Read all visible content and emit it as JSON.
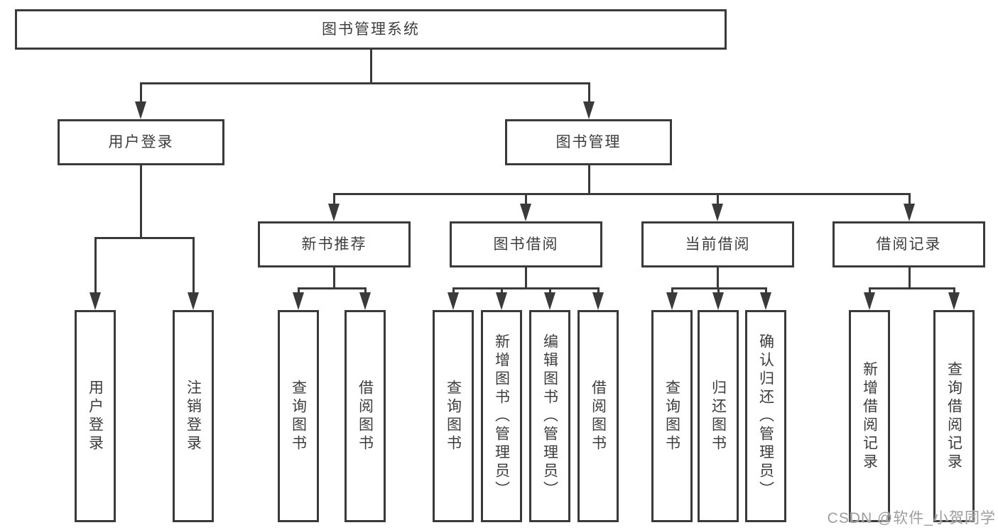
{
  "diagram": {
    "root": "图书管理系统",
    "branches": [
      {
        "label": "用户登录",
        "children": [
          "用户登录",
          "注销登录"
        ]
      },
      {
        "label": "图书管理",
        "sections": [
          {
            "label": "新书推荐",
            "children": [
              "查询图书",
              "借阅图书"
            ]
          },
          {
            "label": "图书借阅",
            "children": [
              "查询图书",
              "新增图书（管理员）",
              "编辑图书（管理员）",
              "借阅图书"
            ]
          },
          {
            "label": "当前借阅",
            "children": [
              "查询图书",
              "归还图书",
              "确认归还（管理员）"
            ]
          },
          {
            "label": "借阅记录",
            "children": [
              "新增借阅记录",
              "查询借阅记录"
            ]
          }
        ]
      }
    ]
  },
  "watermark": "CSDN @软件_小贺同学",
  "colors": {
    "line": "#3a3a3a",
    "text": "#3d3d3d",
    "background": "#ffffff",
    "watermark": "#9d9d9d"
  }
}
